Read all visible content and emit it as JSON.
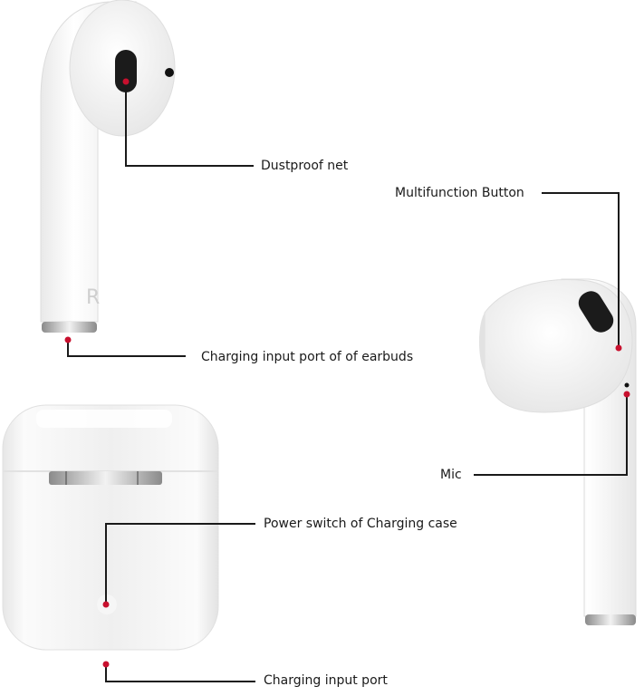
{
  "diagram": {
    "subject": "Wireless earbuds and charging case",
    "earbud_marking": "R",
    "callouts": [
      {
        "id": "dustproof-net",
        "text": "Dustproof net"
      },
      {
        "id": "multifunction-button",
        "text": "Multifunction Button"
      },
      {
        "id": "charging-input-port-earbuds",
        "text": "Charging input port of of earbuds"
      },
      {
        "id": "mic",
        "text": "Mic"
      },
      {
        "id": "power-switch",
        "text": "Power switch of Charging case"
      },
      {
        "id": "charging-input-port-case",
        "text": "Charging input port"
      }
    ],
    "colors": {
      "marker": "#c8102e",
      "leader_line": "#1a1a1a",
      "device_body": "#f4f4f4",
      "background": "#ffffff"
    }
  }
}
